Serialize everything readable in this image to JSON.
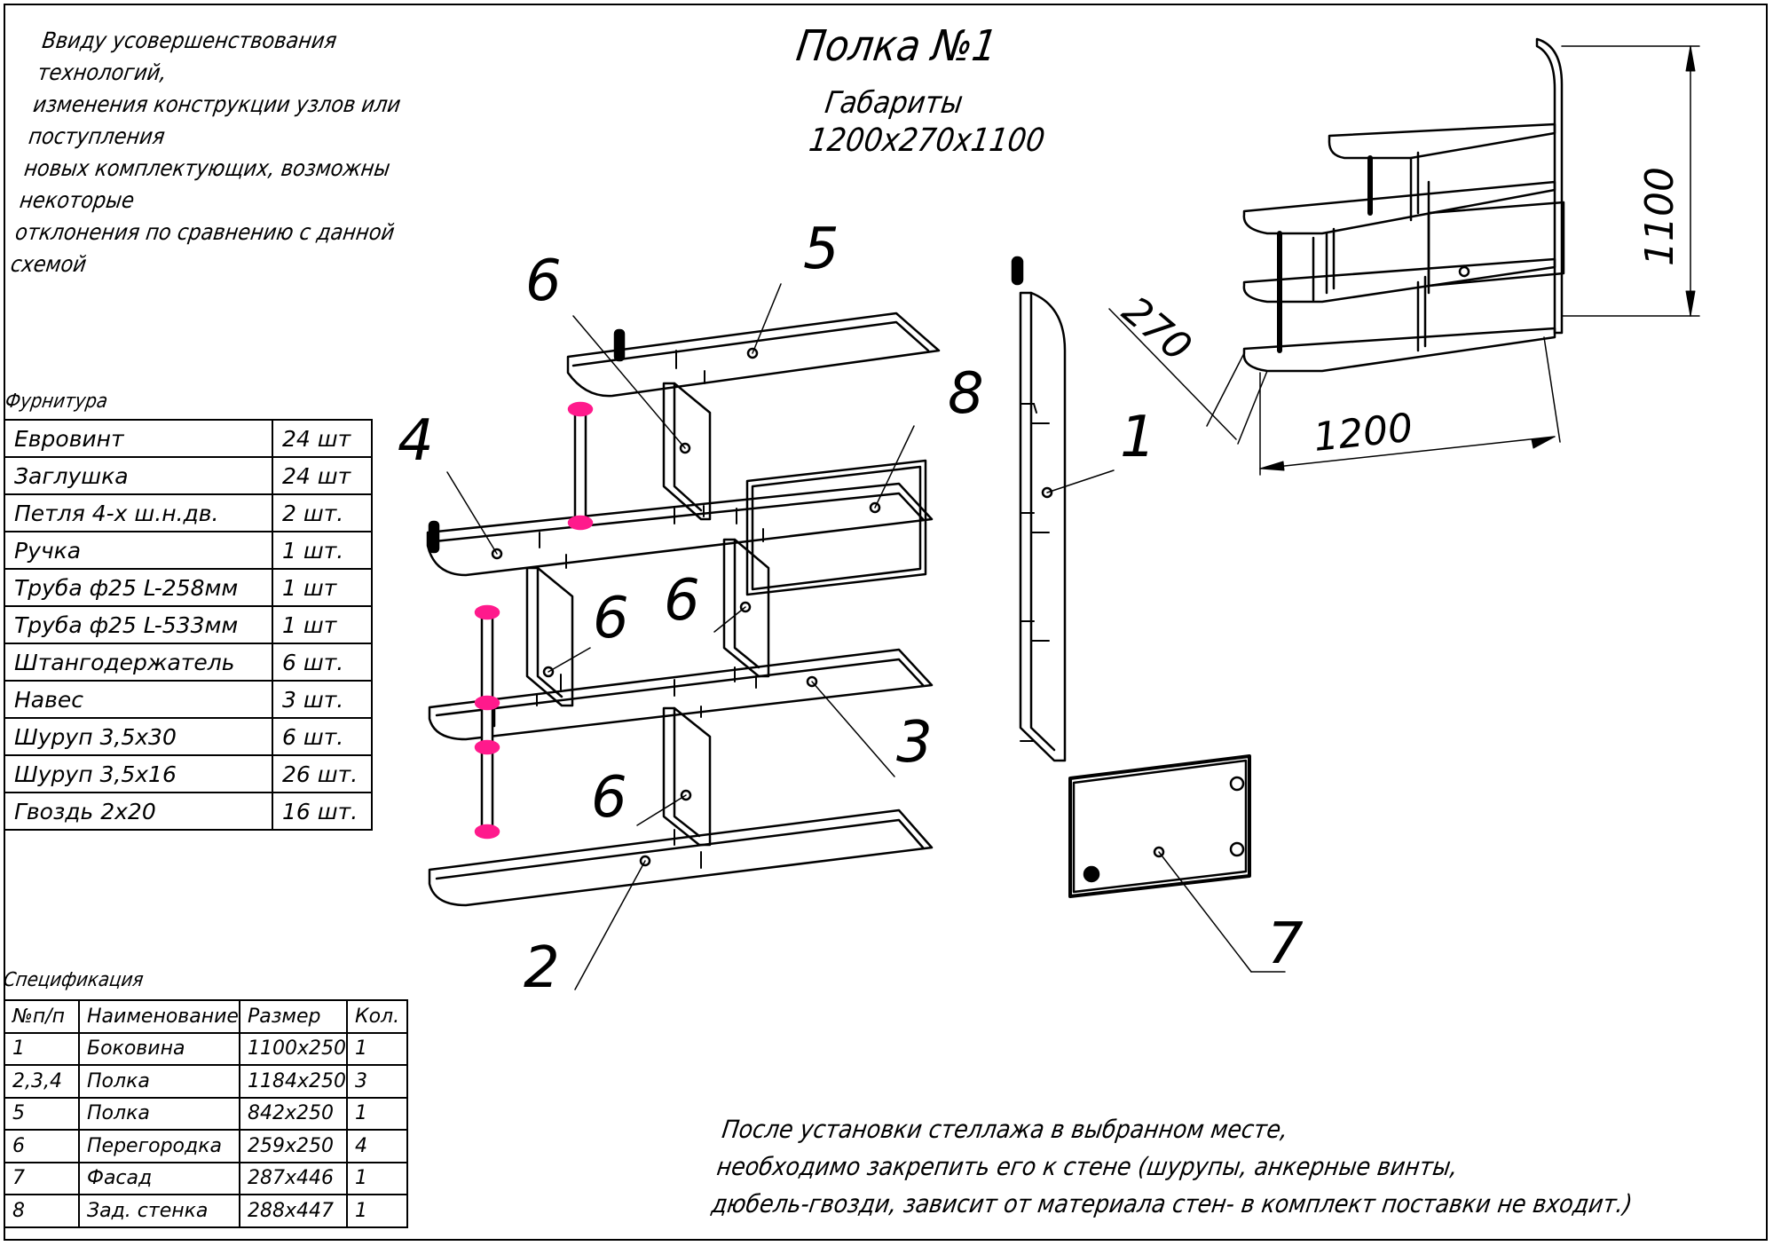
{
  "note": {
    "lines": [
      "Ввиду усовершенствования технологий,",
      "изменения конструкции узлов или поступления",
      "новых комплектующих, возможны некоторые",
      "отклонения по сравнению с данной схемой"
    ]
  },
  "header": {
    "title": "Полка №1",
    "dim_label": "Габариты",
    "dim_value": "1200х270х1100"
  },
  "fittings": {
    "caption": "Фурнитура",
    "rows": [
      {
        "name": "Евровинт",
        "qty": "24 шт"
      },
      {
        "name": "Заглушка",
        "qty": "24 шт"
      },
      {
        "name": "Петля 4-х ш.н.дв.",
        "qty": "2 шт."
      },
      {
        "name": "Ручка",
        "qty": "1 шт."
      },
      {
        "name": "Труба ф25 L-258мм",
        "qty": "1 шт"
      },
      {
        "name": "Труба ф25 L-533мм",
        "qty": "1 шт"
      },
      {
        "name": "Штангодержатель",
        "qty": "6 шт."
      },
      {
        "name": "Навес",
        "qty": "3 шт."
      },
      {
        "name": "Шуруп 3,5х30",
        "qty": "6 шт."
      },
      {
        "name": "Шуруп 3,5х16",
        "qty": "26 шт."
      },
      {
        "name": "Гвоздь 2х20",
        "qty": "16 шт."
      }
    ]
  },
  "spec": {
    "caption": "Спецификация",
    "headers": [
      "№п/п",
      "Наименование",
      "Размер",
      "Кол."
    ],
    "rows": [
      [
        "1",
        "Боковина",
        "1100х250",
        "1"
      ],
      [
        "2,3,4",
        "Полка",
        "1184х250",
        "3"
      ],
      [
        "5",
        "Полка",
        "842х250",
        "1"
      ],
      [
        "6",
        "Перегородка",
        "259х250",
        "4"
      ],
      [
        "7",
        "Фасад",
        "287х446",
        "1"
      ],
      [
        "8",
        "Зад. стенка",
        "288х447",
        "1"
      ]
    ]
  },
  "bottom_note": {
    "lines": [
      "После установки стеллажа в выбранном месте,",
      "необходимо закрепить его к стене (шурупы, анкерные винты,",
      "дюбель-гвозди, зависит от материала стен- в комплект поставки не входит.)"
    ]
  },
  "callouts": {
    "c1": "1",
    "c2": "2",
    "c3": "3",
    "c4": "4",
    "c5": "5",
    "c6a": "6",
    "c6b": "6",
    "c6c": "6",
    "c6d": "6",
    "c7": "7",
    "c8": "8"
  },
  "dimensions": {
    "height": "1100",
    "depth": "270",
    "width": "1200"
  },
  "colors": {
    "tube_caps": "#ff1a8c",
    "lines": "#000000"
  }
}
